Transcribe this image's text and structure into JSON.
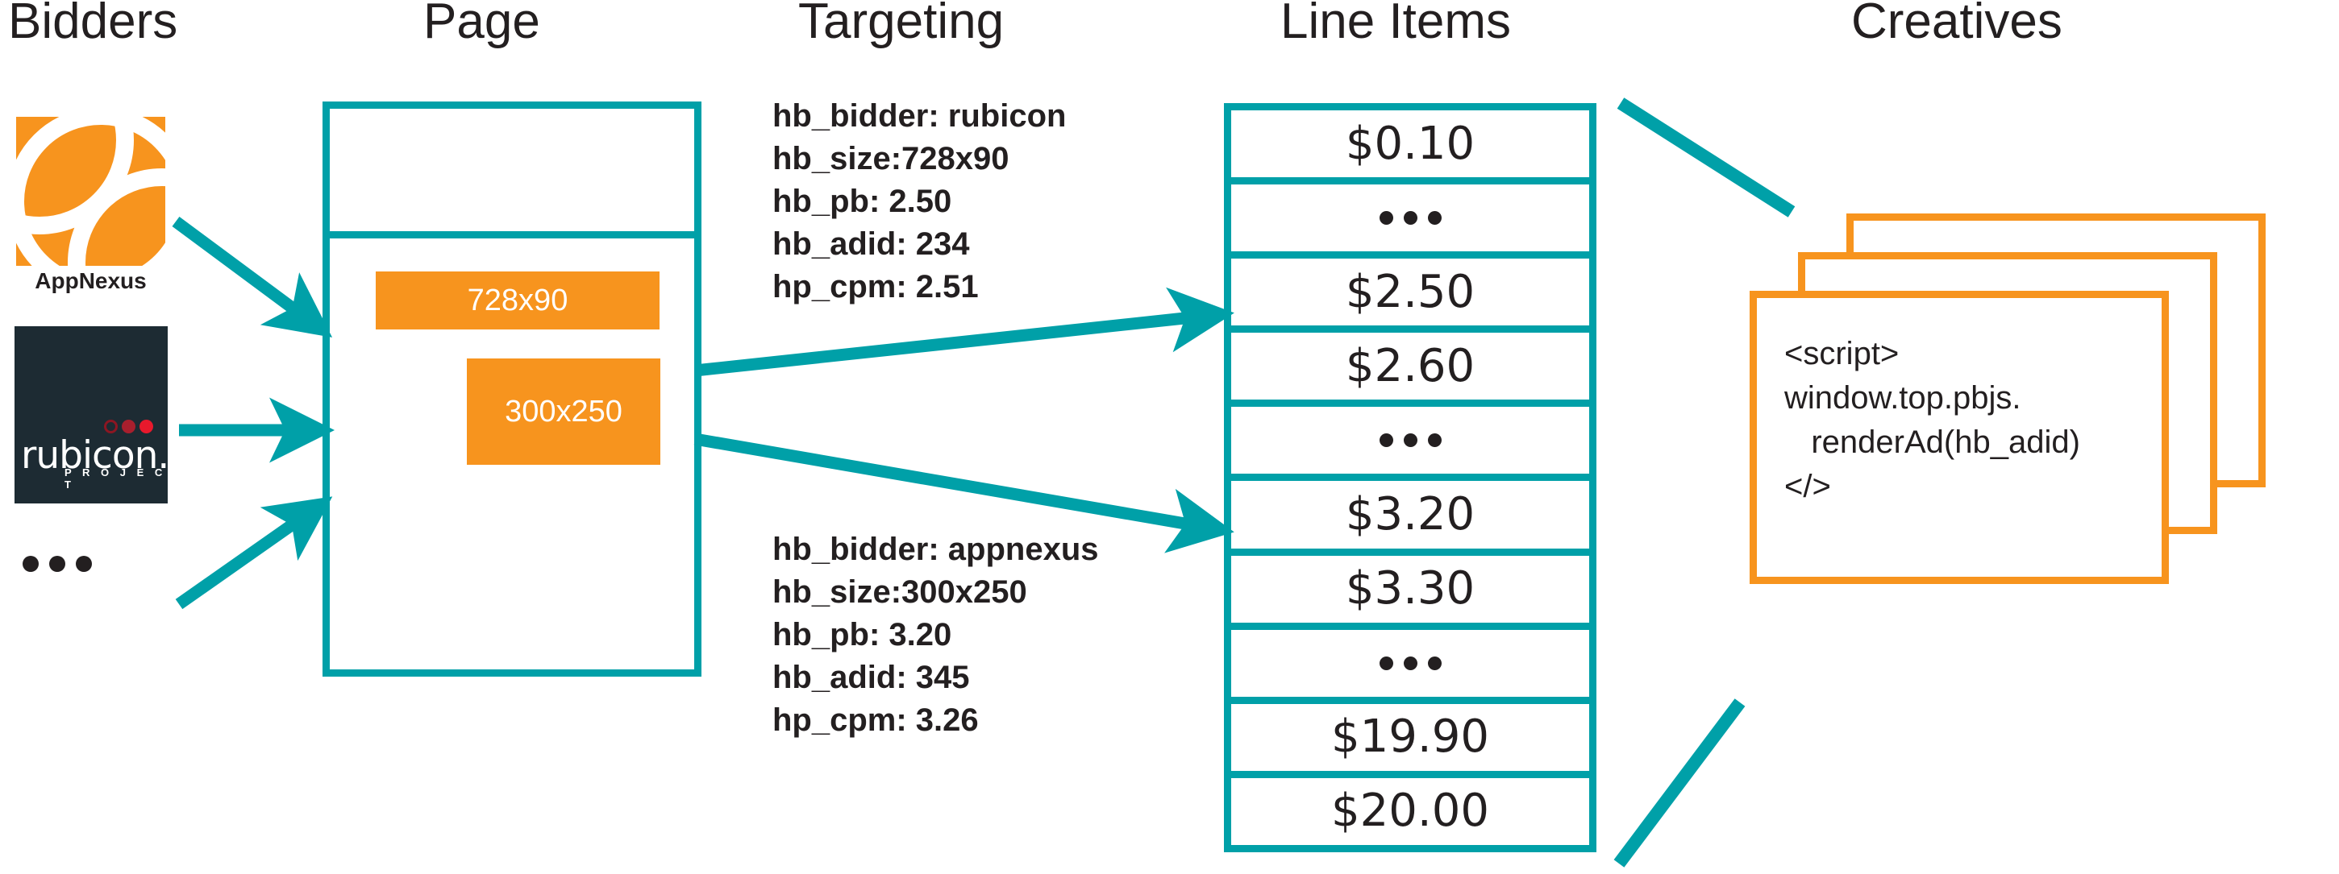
{
  "columns": [
    {
      "key": "bidders",
      "label": "Bidders"
    },
    {
      "key": "page",
      "label": "Page"
    },
    {
      "key": "targeting",
      "label": "Targeting"
    },
    {
      "key": "line_items",
      "label": "Line Items"
    },
    {
      "key": "creatives",
      "label": "Creatives"
    }
  ],
  "colors": {
    "teal": "#00a0a8",
    "orange": "#f7941e",
    "ink": "#231f20",
    "rubicon_navy": "#1d2b33",
    "white": "#ffffff"
  },
  "bidders": {
    "appnexus": {
      "name": "AppNexus",
      "logo_label": "AppNexus"
    },
    "rubicon": {
      "name": "rubicon",
      "wordmark": "rubicon.",
      "subtitle": "P R O J E C T"
    },
    "more": "•••"
  },
  "page": {
    "ad_units": [
      {
        "size": "728x90"
      },
      {
        "size": "300x250"
      }
    ]
  },
  "targeting": {
    "blocks": [
      {
        "lines": [
          "hb_bidder: rubicon",
          "hb_size:728x90",
          "hb_pb: 2.50",
          "hb_adid: 234",
          "hp_cpm: 2.51"
        ]
      },
      {
        "lines": [
          "hb_bidder: appnexus",
          "hb_size:300x250",
          "hb_pb: 3.20",
          "hb_adid: 345",
          "hp_cpm: 3.26"
        ]
      }
    ]
  },
  "line_items": {
    "rows": [
      {
        "value": "$0.10",
        "type": "price"
      },
      {
        "value": "",
        "type": "ellipsis"
      },
      {
        "value": "$2.50",
        "type": "price"
      },
      {
        "value": "$2.60",
        "type": "price"
      },
      {
        "value": "",
        "type": "ellipsis"
      },
      {
        "value": "$3.20",
        "type": "price"
      },
      {
        "value": "$3.30",
        "type": "price"
      },
      {
        "value": "",
        "type": "ellipsis"
      },
      {
        "value": "$19.90",
        "type": "price"
      },
      {
        "value": "$20.00",
        "type": "price"
      }
    ]
  },
  "creatives": {
    "code": "<script>\nwindow.top.pbjs.\n   renderAd(hb_adid)\n</>"
  }
}
